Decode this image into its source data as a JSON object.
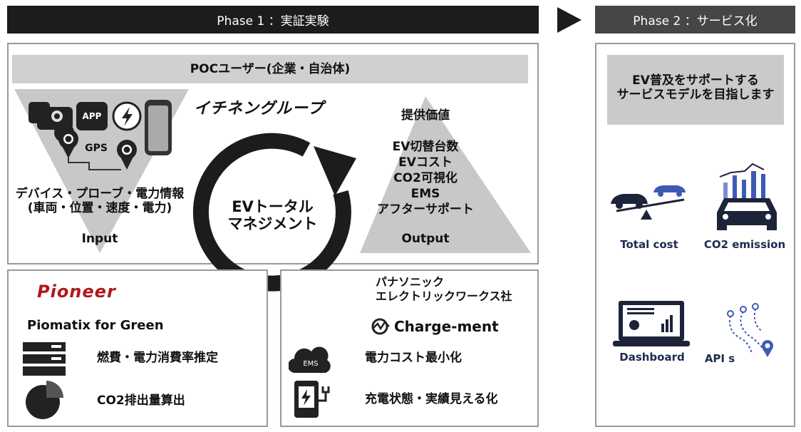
{
  "phase1": {
    "title": "Phase 1 ：実証実験"
  },
  "phase2": {
    "title": "Phase 2 ：サービス化"
  },
  "poc_bar": "POCユーザー(企業・自治体)",
  "logo_ichinen": "イチネングループ",
  "input": {
    "app": "APP",
    "gps": "GPS",
    "line1": "デバイス・プローブ・電力情報",
    "line2": "(車両・位置・速度・電力)",
    "label": "Input"
  },
  "center": {
    "line1": "EVトータル",
    "line2": "マネジメント"
  },
  "output": {
    "title": "提供価値",
    "items": [
      "EV切替台数",
      "EVコスト",
      "CO2可視化",
      "EMS",
      "アフターサポート"
    ],
    "label": "Output"
  },
  "pioneer": {
    "logo": "Pioneer",
    "product": "Piomatix for Green",
    "features": [
      "燃費・電力消費率推定",
      "CO2排出量算出"
    ]
  },
  "panasonic": {
    "line1": "パナソニック",
    "line2": "エレクトリックワークス社",
    "product": "Charge-ment",
    "ems_badge": "EMS",
    "features": [
      "電力コスト最小化",
      "充電状態・実績見える化"
    ]
  },
  "phase2_panel": {
    "line1": "EV普及をサポートする",
    "line2": "サービスモデルを目指します",
    "services": [
      "Total cost",
      "CO2 emission",
      "Dashboard",
      "API s"
    ]
  },
  "colors": {
    "phase1_header": "#1c1c1c",
    "phase2_header": "#464646",
    "accent_blue": "#3d5bb5",
    "navy": "#1d2b4f"
  }
}
